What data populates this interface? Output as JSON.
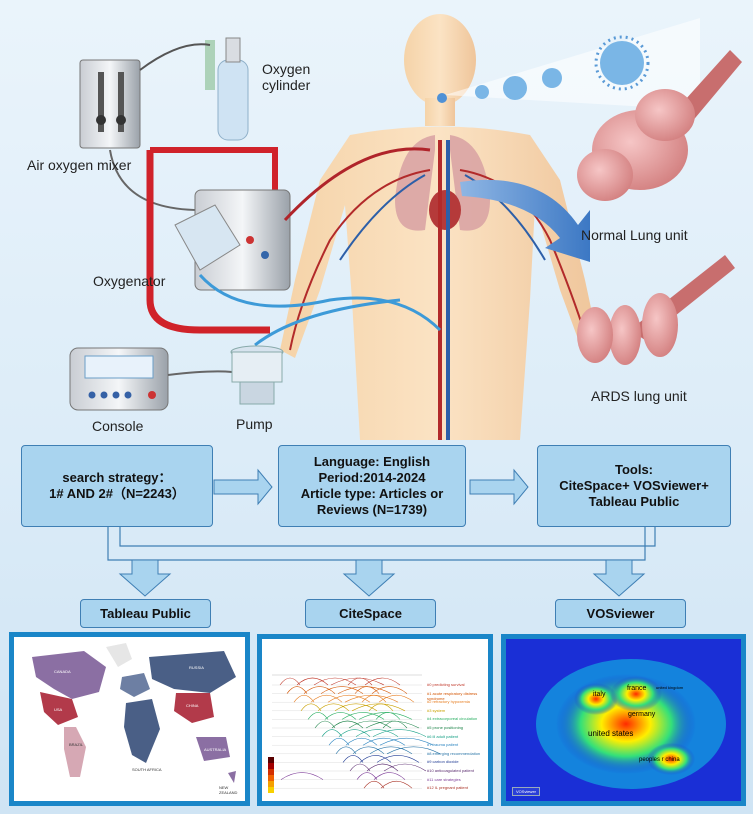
{
  "top_labels": {
    "oxygen_cylinder": "Oxygen\ncylinder",
    "air_oxygen_mixer": "Air oxygen mixer",
    "oxygenator": "Oxygenator",
    "console": "Console",
    "pump": "Pump",
    "normal_lung": "Normal Lung unit",
    "ards_lung": "ARDS lung unit"
  },
  "flow": {
    "box1": "search strategy：\n1# AND 2#（N=2243）",
    "box2": "Language: English\nPeriod:2014-2024\nArticle type: Articles or\nReviews (N=1739)",
    "box3": "Tools:\nCiteSpace+ VOSviewer+\nTableau Public"
  },
  "tools": {
    "tableau": "Tableau Public",
    "citespace": "CiteSpace",
    "vosviewer": "VOSviewer"
  },
  "citespace_clusters": [
    {
      "label": "#0 predicting survival",
      "color": "#c0392b"
    },
    {
      "label": "#1 acute respiratory distress syndrome",
      "color": "#d35400"
    },
    {
      "label": "#2 refractory hypoxemia",
      "color": "#e67e22"
    },
    {
      "label": "#3 system",
      "color": "#c9a100"
    },
    {
      "label": "#4 extracorporeal circulation",
      "color": "#27ae60"
    },
    {
      "label": "#5 prone positioning",
      "color": "#1e8449"
    },
    {
      "label": "#6 ill adult patient",
      "color": "#16a085"
    },
    {
      "label": "#7 trauma patient",
      "color": "#2e86c1"
    },
    {
      "label": "#8 emerging recommendation",
      "color": "#2874a6"
    },
    {
      "label": "#9 carbon dioxide",
      "color": "#1f3a93"
    },
    {
      "label": "#10 anticoagulated patient",
      "color": "#5b2c6f"
    },
    {
      "label": "#11 care strategies",
      "color": "#7d3c98"
    },
    {
      "label": "#12 IL pregnant patient",
      "color": "#a93226"
    }
  ],
  "vos_labels": {
    "italy": "italy",
    "france": "france",
    "uk": "united kingdom",
    "germany": "germany",
    "usa": "united states",
    "china": "peoples r china",
    "footer": "VOSviewer"
  },
  "map_labels": {
    "usa": "USA",
    "canada": "CANADA",
    "russia": "RUSSIA",
    "china": "CHINA",
    "australia": "AUSTRALIA",
    "brazil": "BRAZIL",
    "south_africa": "SOUTH AFRICA",
    "new_zealand": "NEW ZEALAND"
  }
}
